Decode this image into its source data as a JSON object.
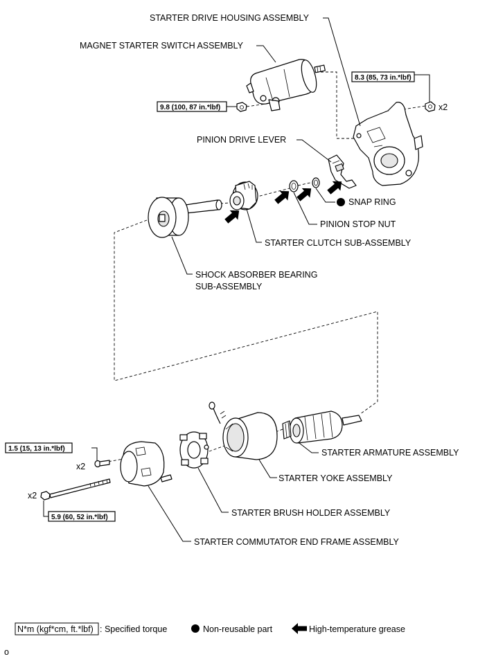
{
  "labels": {
    "drive_housing": "STARTER DRIVE HOUSING ASSEMBLY",
    "magnet_switch": "MAGNET STARTER SWITCH ASSEMBLY",
    "pinion_lever": "PINION DRIVE LEVER",
    "snap_ring": "SNAP RING",
    "pinion_stop_nut": "PINION STOP NUT",
    "clutch": "STARTER CLUTCH SUB-ASSEMBLY",
    "shock_absorber_1": "SHOCK ABSORBER BEARING",
    "shock_absorber_2": "SUB-ASSEMBLY",
    "armature": "STARTER ARMATURE ASSEMBLY",
    "yoke": "STARTER YOKE ASSEMBLY",
    "brush_holder": "STARTER BRUSH HOLDER ASSEMBLY",
    "commutator_frame": "STARTER COMMUTATOR END FRAME ASSEMBLY"
  },
  "torques": {
    "housing_bolt": "8.3 (85, 73 in.*lbf)",
    "switch_nut": "9.8 (100, 87 in.*lbf)",
    "frame_screw": "1.5 (15, 13 in.*lbf)",
    "through_bolt": "5.9 (60, 52 in.*lbf)"
  },
  "quantities": {
    "housing_bolt": "x2",
    "frame_screw": "x2",
    "through_bolt": "x2"
  },
  "legend": {
    "torque_unit": "N*m (kgf*cm, ft.*lbf)",
    "torque_desc": ": Specified torque",
    "non_reusable": "Non-reusable part",
    "grease": "High-temperature grease"
  },
  "footer_code": "o",
  "icons": {
    "non_reusable": "filled-circle-icon",
    "grease": "black-arrow-icon"
  },
  "colors": {
    "line": "#000000",
    "background": "#ffffff"
  }
}
